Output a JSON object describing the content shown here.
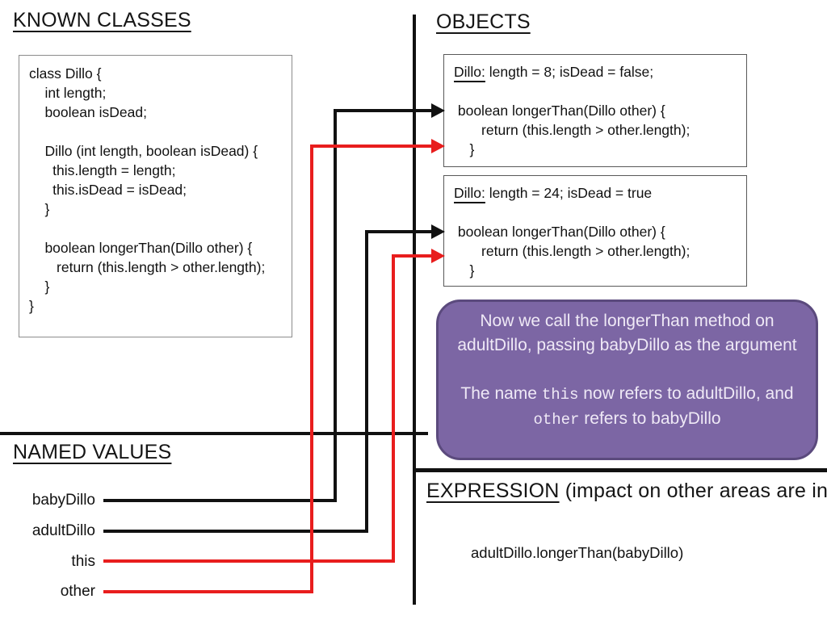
{
  "headings": {
    "known_classes": "KNOWN CLASSES",
    "objects": "OBJECTS",
    "named_values": "NAMED VALUES",
    "expression_title": "EXPRESSION",
    "expression_note": " (impact on other areas are in red)"
  },
  "class_box": {
    "lines": [
      "class Dillo {",
      "    int length;",
      "    boolean isDead;",
      "",
      "    Dillo (int length, boolean isDead) {",
      "      this.length = length;",
      "      this.isDead = isDead;",
      "    }",
      "",
      "    boolean longerThan(Dillo other) {",
      "       return (this.length > other.length);",
      "    }",
      "}"
    ]
  },
  "objects": [
    {
      "header_label": "Dillo:",
      "header_rest": " length = 8; isDead = false;",
      "lines": [
        "",
        " boolean longerThan(Dillo other) {",
        "       return (this.length > other.length);",
        "    }"
      ]
    },
    {
      "header_label": "Dillo:",
      "header_rest": " length = 24; isDead = true",
      "lines": [
        "",
        " boolean longerThan(Dillo other) {",
        "       return (this.length > other.length);",
        "    }"
      ]
    }
  ],
  "purple_note": {
    "para1": "Now we call the longerThan method on adultDillo, passing babyDillo as the argument",
    "para2": {
      "a": "The name ",
      "b": "this",
      "c": " now refers to adultDillo, and ",
      "d": "other",
      "e": " refers to babyDillo"
    }
  },
  "named_values": {
    "items": [
      {
        "label": "babyDillo",
        "color": "#111111"
      },
      {
        "label": "adultDillo",
        "color": "#111111"
      },
      {
        "label": "this",
        "color": "#e81d1d"
      },
      {
        "label": "other",
        "color": "#e81d1d"
      }
    ]
  },
  "expression": {
    "code": "adultDillo.longerThan(babyDillo)"
  },
  "colors": {
    "arrow_black": "#111111",
    "arrow_red": "#e81d1d",
    "purple_fill": "#7c66a4",
    "purple_border": "#5b4a7d"
  }
}
